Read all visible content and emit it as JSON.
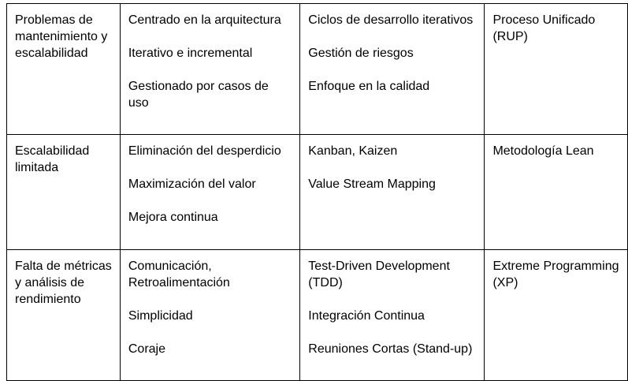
{
  "table": {
    "rows": [
      {
        "problem": "Problemas de mantenimiento y escalabilidad",
        "principles": [
          "Centrado en la arquitectura",
          "Iterativo e incremental",
          "Gestionado por casos de uso"
        ],
        "practices": [
          "Ciclos de desarrollo iterativos",
          "Gestión de riesgos",
          "Enfoque en la calidad"
        ],
        "methodology": "Proceso Unificado (RUP)"
      },
      {
        "problem": "Escalabilidad limitada",
        "principles": [
          "Eliminación del desperdicio",
          "Maximización del valor",
          "Mejora continua"
        ],
        "practices": [
          "Kanban, Kaizen",
          "Value Stream Mapping"
        ],
        "methodology": "Metodología Lean"
      },
      {
        "problem": "Falta de métricas y análisis de rendimiento",
        "principles": [
          "Comunicación, Retroalimentación",
          "Simplicidad",
          "Coraje"
        ],
        "practices": [
          "Test-Driven Development (TDD)",
          "Integración Continua",
          "Reuniones Cortas (Stand-up)"
        ],
        "methodology": "Extreme Programming (XP)"
      }
    ]
  }
}
